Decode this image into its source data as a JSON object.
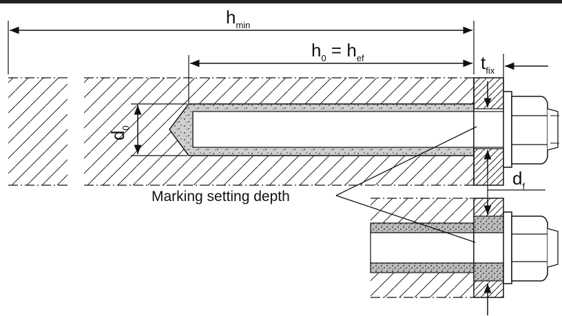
{
  "labels": {
    "h_min": {
      "main": "h",
      "sub": "min"
    },
    "h0_eq_hef": {
      "main1": "h",
      "sub1": "0",
      "eq": " = h",
      "sub2": "ef"
    },
    "t_fix": {
      "main": "t",
      "sub": "fix"
    },
    "d0": {
      "main": "d",
      "sub": "0"
    },
    "d_f": {
      "main": "d",
      "sub": "f"
    },
    "marking": "Marking setting depth"
  },
  "colors": {
    "line": "#111111",
    "mortar": "#c8c8c8",
    "header_bar": "#222222",
    "hatch": "#222222"
  }
}
